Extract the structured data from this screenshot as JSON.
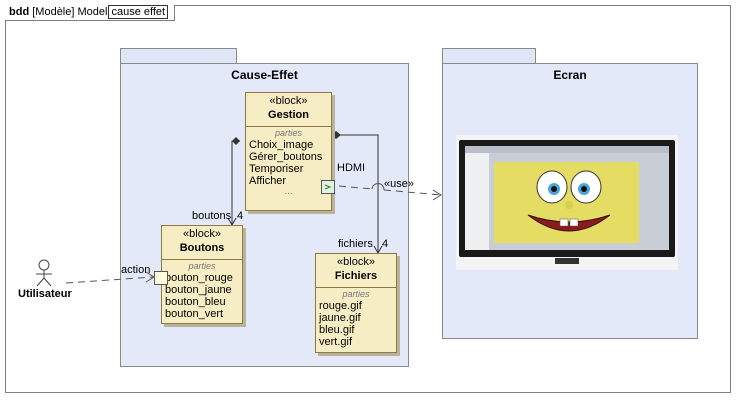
{
  "frame": {
    "kind": "bdd",
    "namespace": "[Modèle] Model",
    "name": "cause effet"
  },
  "packages": [
    {
      "name": "Cause-Effet"
    },
    {
      "name": "Ecran"
    }
  ],
  "blocks": {
    "gestion": {
      "stereotype": "«block»",
      "name": "Gestion",
      "compartment": "parties",
      "parts": [
        "Choix_image",
        "Gérer_boutons",
        "Temporiser",
        "Afficher"
      ],
      "ellipsis": "..."
    },
    "boutons": {
      "stereotype": "«block»",
      "name": "Boutons",
      "compartment": "parties",
      "parts": [
        "bouton_rouge",
        "bouton_jaune",
        "bouton_bleu",
        "bouton_vert"
      ]
    },
    "fichiers": {
      "stereotype": "«block»",
      "name": "Fichiers",
      "compartment": "parties",
      "parts": [
        "rouge.gif",
        "jaune.gif",
        "bleu.gif",
        "vert.gif"
      ]
    }
  },
  "actor": {
    "name": "Utilisateur"
  },
  "labels": {
    "action": "action",
    "boutons_role": "boutons",
    "boutons_mult": "4",
    "fichiers_role": "fichiers",
    "fichiers_mult": "4",
    "hdmi": "HDMI",
    "use": "«use»"
  },
  "colors": {
    "package_fill": "#e3e9f8",
    "block_fill": "#f7edc4",
    "port_green": "#dff2df",
    "port_yellow": "#fffbdc"
  },
  "icons": [
    "stick-figure-actor-icon",
    "port-hdmi-icon",
    "port-action-icon",
    "composition-diamond-icon",
    "tv-screen-image"
  ]
}
